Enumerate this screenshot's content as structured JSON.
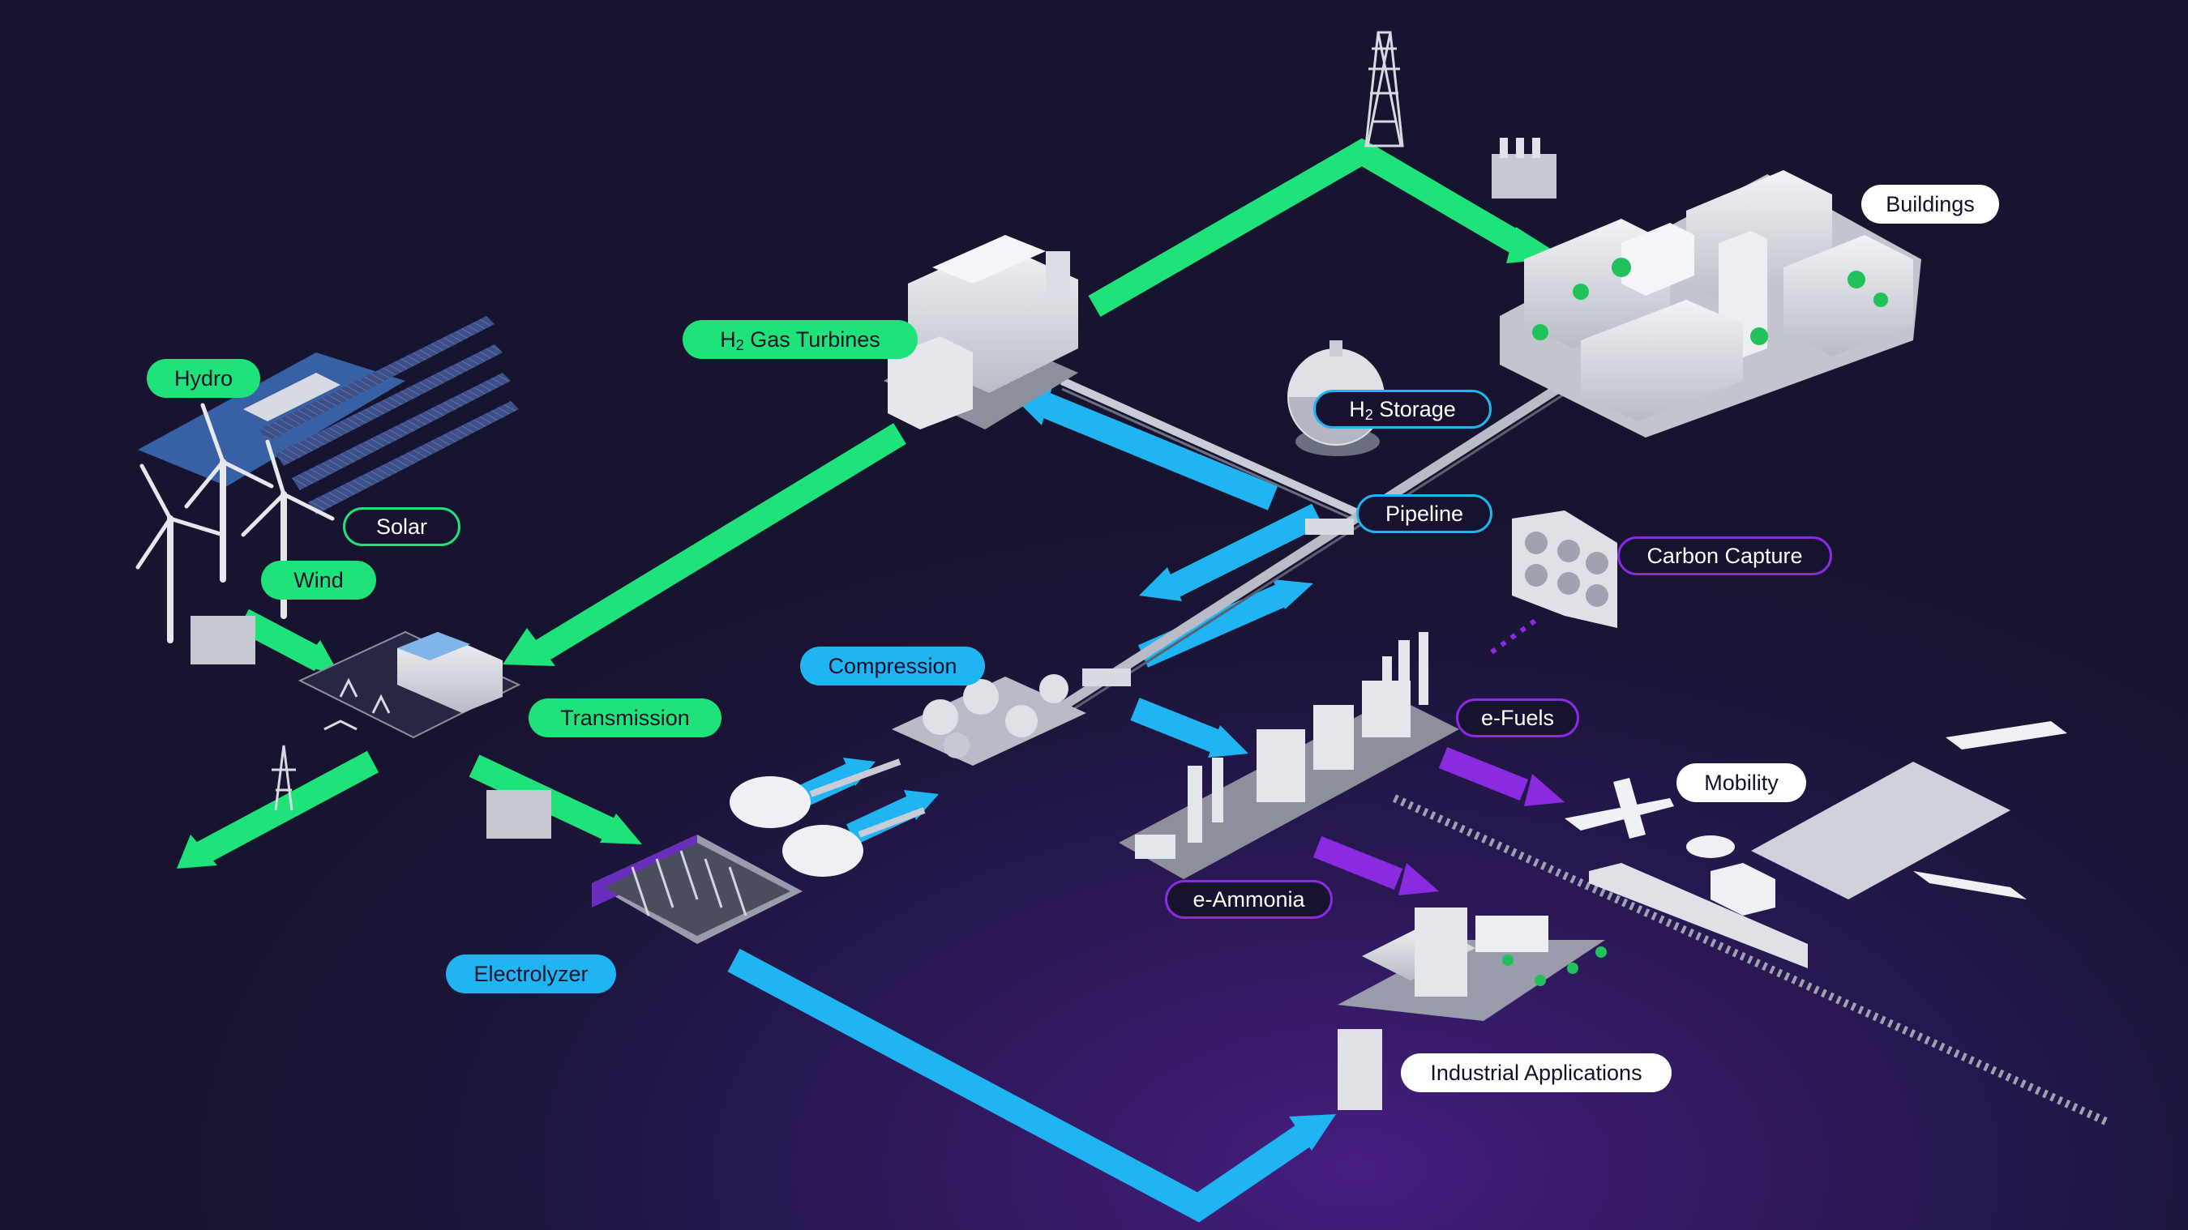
{
  "colors": {
    "background": "#17142f",
    "electricity_green": "#1fe37a",
    "hydrogen_blue": "#21b4f2",
    "derivatives_purple": "#8a2be2"
  },
  "labels": {
    "hydro": "Hydro",
    "solar": "Solar",
    "wind": "Wind",
    "transmission": "Transmission",
    "h2_gas_turbines": {
      "prefix": "H",
      "sub": "2",
      "rest": " Gas Turbines"
    },
    "h2_storage": {
      "prefix": "H",
      "sub": "2",
      "rest": " Storage"
    },
    "pipeline": "Pipeline",
    "buildings": "Buildings",
    "carbon_capture": "Carbon Capture",
    "compression": "Compression",
    "e_fuels": "e-Fuels",
    "mobility": "Mobility",
    "e_ammonia": "e-Ammonia",
    "electrolyzer": "Electrolyzer",
    "industrial_applications": "Industrial Applications"
  }
}
